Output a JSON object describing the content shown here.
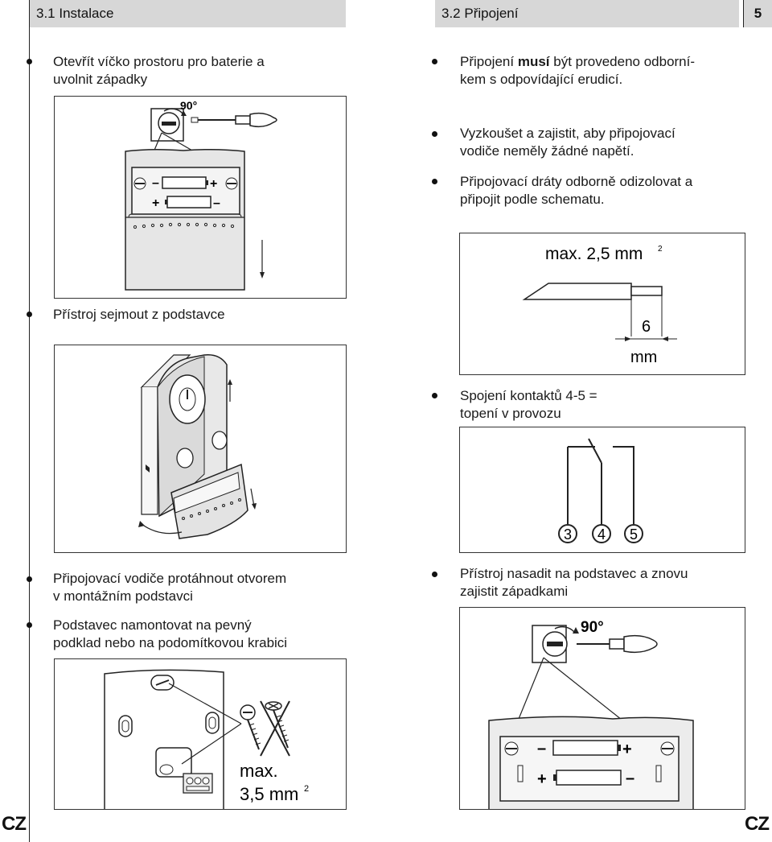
{
  "header": {
    "left_title": "3.1 Instalace",
    "right_title": "3.2 Připojení",
    "page_number": "5"
  },
  "left": {
    "step1": "Otevřít víčko prostoru pro baterie a uvolnit západky",
    "step1_line1": "Otevřít víčko prostoru pro baterie a",
    "step1_line2": "uvolnit západky",
    "step2": "Přístroj sejmout z podstavce",
    "step3_line1": "Připojovací vodiče protáhnout otvorem",
    "step3_line2": "v montážním podstavci",
    "step4_line1": "Podstavec namontovat na pevný",
    "step4_line2": "podklad nebo na podomítkovou krabici",
    "fig1_angle": "90°",
    "fig4_max": "max.",
    "fig4_size": "3,5 mm",
    "fig4_sup": "2"
  },
  "right": {
    "step1_pre": "Připojení ",
    "step1_bold": "musí",
    "step1_post": " být provedeno odborní-",
    "step1_line2": "kem s odpovídající erudicí.",
    "step2_line1": "Vyzkoušet a zajistit, aby připojovací",
    "step2_line2": "vodiče neměly žádné napětí.",
    "step3_line1": "Připojovací dráty odborně odizolovat a",
    "step3_line2": "připojit podle schematu.",
    "wire_max": "max. 2,5 mm",
    "wire_sup": "2",
    "wire_strip": "6",
    "wire_unit": "mm",
    "step4_line1": "Spojení kontaktů 4-5 =",
    "step4_line2": "topení v provozu",
    "terminal_3": "3",
    "terminal_4": "4",
    "terminal_5": "5",
    "step5_line1": "Přístroj nasadit na podstavec a znovu",
    "step5_line2": "zajistit západkami",
    "fig_angle": "90°"
  },
  "footer": {
    "lang_left": "CZ",
    "lang_right": "CZ"
  }
}
